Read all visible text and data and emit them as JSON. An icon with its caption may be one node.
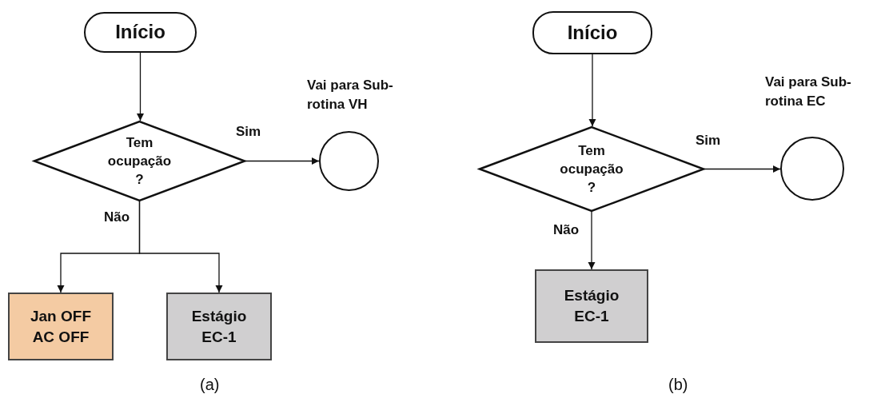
{
  "diagram": {
    "nodes": [
      {
        "text": [
          "Início"
        ]
      },
      {
        "text": [
          "Tem ocupação ?"
        ]
      },
      {
        "text": [],
        "shape": "circle",
        "beside": [
          "Vai para Sub-rotina VH"
        ]
      },
      {
        "text": [
          "Jan OFF AC OFF"
        ]
      },
      {
        "text": [
          "Estágio EC-1"
        ]
      },
      {
        "text": [
          "Início"
        ]
      },
      {
        "text": [
          "Tem ocupação ?"
        ]
      },
      {
        "text": [],
        "shape": "circle",
        "beside": [
          "Vai para Sub-rotina EC"
        ]
      },
      {
        "text": [
          "Estágio EC-1"
        ]
      }
    ],
    "edges": [
      {
        "from": 0,
        "to": 1,
        "arrow": "to"
      },
      {
        "from": 1,
        "to": 2,
        "arrow": "to",
        "label": "Sim"
      },
      {
        "from": 1,
        "to": 3,
        "arrow": "to",
        "label": "Não"
      },
      {
        "from": 1,
        "to": 4,
        "arrow": "to"
      },
      {
        "from": 5,
        "to": 6,
        "arrow": "to"
      },
      {
        "from": 6,
        "to": 7,
        "arrow": "to",
        "label": "Sim"
      },
      {
        "from": 6,
        "to": 8,
        "arrow": "to",
        "label": "Não"
      }
    ],
    "labels": [
      "(a)",
      "(b)"
    ]
  }
}
